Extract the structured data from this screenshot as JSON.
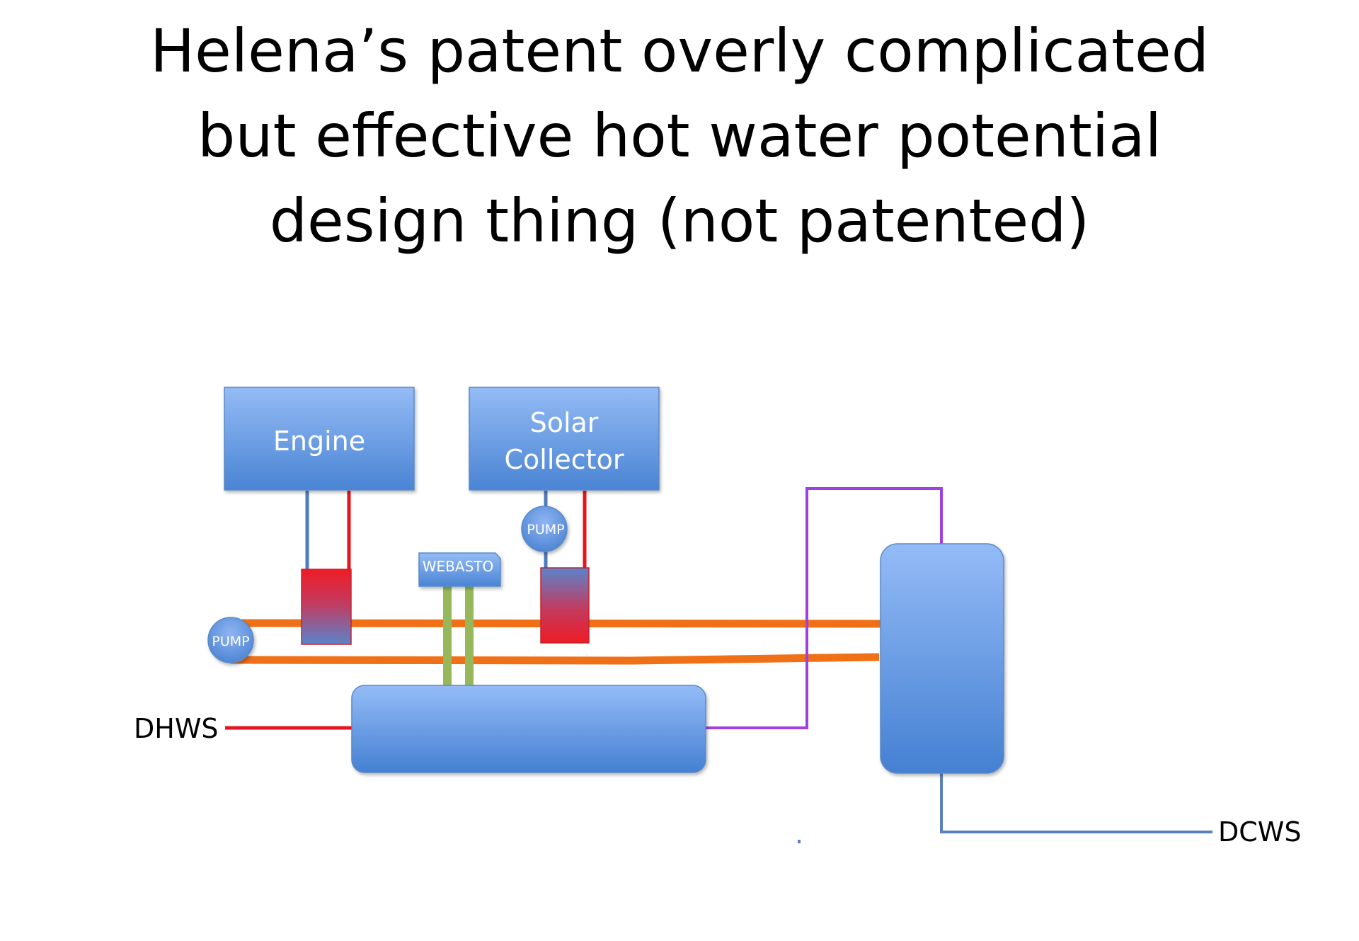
{
  "title": {
    "lines": [
      "Helena’s patent overly complicated",
      "but effective hot water potential",
      "design thing (not patented)"
    ]
  },
  "components": {
    "engine": "Engine",
    "solar_collector": [
      "Solar",
      "Collector"
    ],
    "webasto": "WEBASTO",
    "pump_left": "PUMP",
    "pump_solar": "PUMP"
  },
  "ports": {
    "dhws": "DHWS",
    "dcws": "DCWS"
  },
  "colors": {
    "box_top": "#94BBF5",
    "box_bottom": "#4A84D4",
    "box_stroke": "#5A8AC6",
    "hot_line": "#E8141C",
    "cold_line": "#4F7BBF",
    "loop_line": "#F07018",
    "coolant_line": "#A040E0",
    "webasto_pipe": "#96B85A",
    "exchanger_red": "#EE1C25"
  }
}
